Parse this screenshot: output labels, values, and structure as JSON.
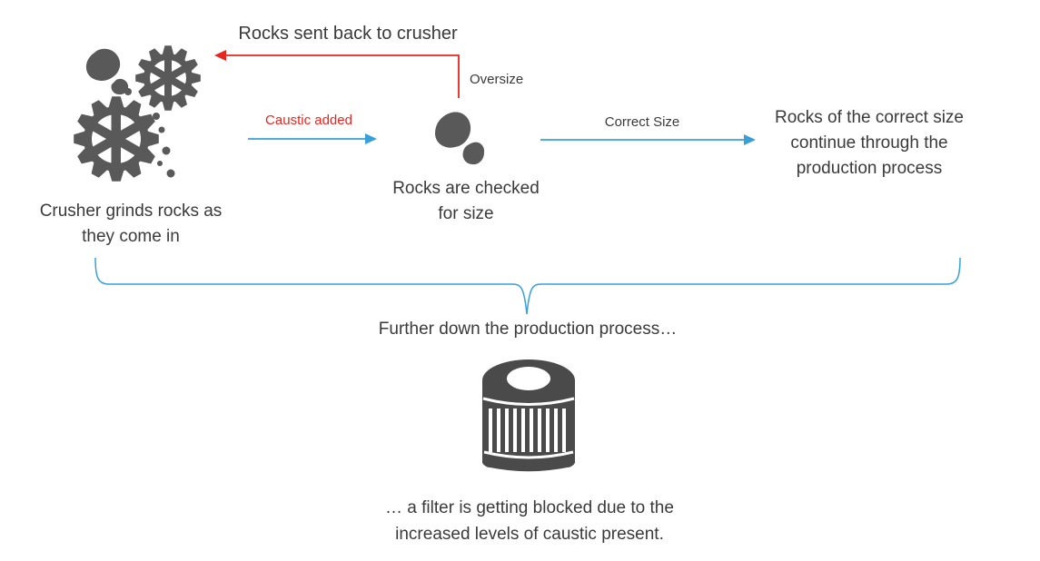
{
  "colors": {
    "connector_blue": "#38a0d9",
    "alert_red": "#e8251f",
    "icon_gray": "#595959",
    "filter_gray": "#4a4a4a",
    "text_dark": "#3a3a3a"
  },
  "labels": {
    "return_arrow": "Rocks sent back to crusher",
    "oversize": "Oversize",
    "caustic": "Caustic added",
    "correct_size": "Correct Size"
  },
  "captions": {
    "crusher": [
      "Crusher grinds rocks as",
      "they come in"
    ],
    "check": [
      "Rocks are checked",
      "for size"
    ],
    "continue": [
      "Rocks of the correct size",
      "continue through the",
      "production process"
    ],
    "further": "Further down the production process…",
    "filter": [
      "… a filter is getting blocked due to the",
      "increased levels of caustic present."
    ]
  },
  "icons": [
    {
      "name": "crusher-icon",
      "meaning": "gears crushing rocks"
    },
    {
      "name": "rocks-icon",
      "meaning": "rocks being checked"
    },
    {
      "name": "filter-icon",
      "meaning": "pleated filter cartridge"
    }
  ]
}
